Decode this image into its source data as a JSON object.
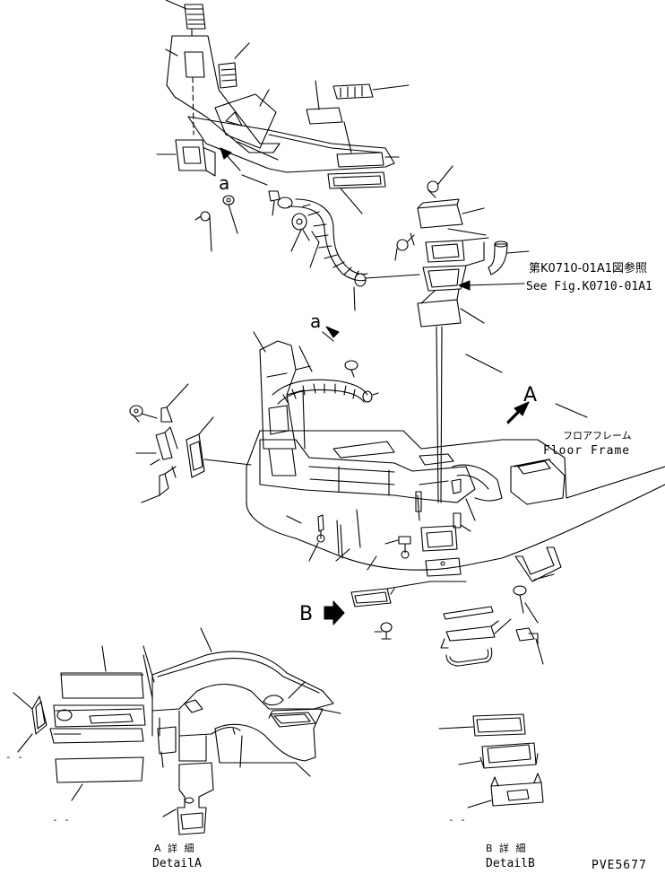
{
  "figure": {
    "id": "PVE5677",
    "ref_line1": "第K0710-01A1図参照",
    "ref_line2": "See Fig.K0710-01A1",
    "floor_frame_jp": "フロアフレーム",
    "floor_frame_en": "Floor Frame",
    "view_a_letter": "A",
    "view_b_letter": "B",
    "ref_a_upper": "a",
    "ref_a_lower": "a",
    "detail_a_jp": "A 詳 細",
    "detail_a_en": "DetailA",
    "detail_b_jp": "B 詳 細",
    "detail_b_en": "DetailB",
    "dash_left": "- -",
    "dash_detail_a": "- -",
    "dash_detail_b": "- -"
  },
  "colors": {
    "line": "#000000",
    "background": "#ffffff"
  }
}
